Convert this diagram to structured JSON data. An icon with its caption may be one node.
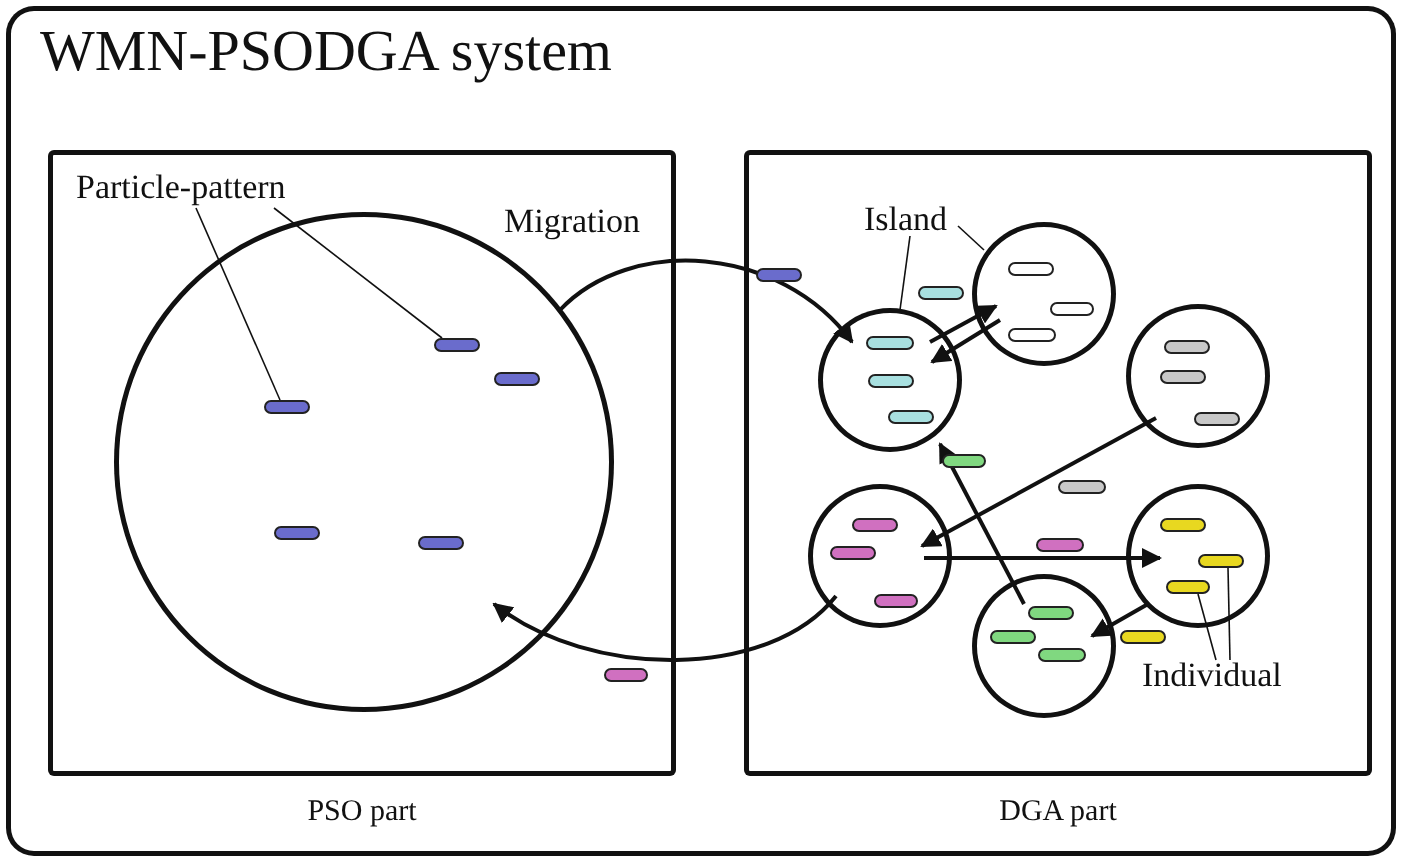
{
  "diagram": {
    "nodes": [
      {
        "text": [
          "WMN-PSODGA system"
        ]
      },
      {
        "text": [
          "PSO part"
        ],
        "in": 0
      },
      {
        "text": [
          "DGA part"
        ],
        "in": 0
      },
      {
        "text": [],
        "shape": "circle",
        "in": 1
      },
      {
        "text": [
          "Particle-pattern"
        ],
        "in": 1
      },
      {
        "text": [],
        "shape": "bar",
        "in": 3
      },
      {
        "text": [],
        "shape": "bar",
        "in": 3
      },
      {
        "text": [],
        "shape": "circle",
        "in": 2
      },
      {
        "text": [],
        "shape": "circle",
        "in": 2
      },
      {
        "text": [],
        "shape": "circle",
        "in": 2
      },
      {
        "text": [],
        "shape": "circle",
        "in": 2
      },
      {
        "text": [],
        "shape": "circle",
        "in": 2
      },
      {
        "text": [],
        "shape": "circle",
        "in": 2
      },
      {
        "text": [
          "Island"
        ],
        "in": 2
      },
      {
        "text": [
          "Individual"
        ],
        "in": 2
      },
      {
        "text": [],
        "shape": "bar",
        "in": 11
      },
      {
        "text": [],
        "shape": "bar",
        "in": 11
      }
    ],
    "edges": [
      {
        "from": 3,
        "to": 7,
        "arrow": "to"
      },
      {
        "from": 10,
        "to": 3,
        "arrow": "to"
      },
      {
        "from": 7,
        "to": 8,
        "arrow": "to"
      },
      {
        "from": 8,
        "to": 7,
        "arrow": "to"
      },
      {
        "from": 9,
        "to": 10,
        "arrow": "to"
      },
      {
        "from": 10,
        "to": 11,
        "arrow": "to"
      },
      {
        "from": 12,
        "to": 7,
        "arrow": "to"
      },
      {
        "from": 11,
        "to": 12,
        "arrow": "to"
      },
      {
        "from": 4,
        "to": 5,
        "arrow": "none"
      },
      {
        "from": 4,
        "to": 6,
        "arrow": "none"
      },
      {
        "from": 13,
        "to": 7,
        "arrow": "none"
      },
      {
        "from": 13,
        "to": 8,
        "arrow": "none"
      },
      {
        "from": 14,
        "to": 15,
        "arrow": "none"
      },
      {
        "from": 14,
        "to": 16,
        "arrow": "none"
      }
    ],
    "labels": [
      "Migration"
    ]
  }
}
